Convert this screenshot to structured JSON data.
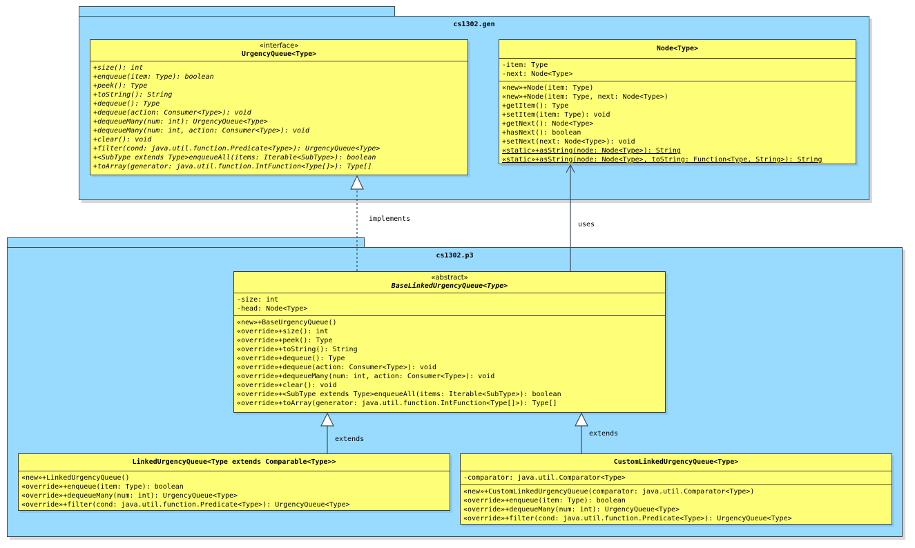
{
  "packages": {
    "gen": {
      "name": "cs1302.gen"
    },
    "p3": {
      "name": "cs1302.p3"
    }
  },
  "classes": {
    "urgency_queue": {
      "stereotype": "«interface»",
      "name": "UrgencyQueue<Type>",
      "operations": [
        "+size(): int",
        "+enqueue(item: Type): boolean",
        "+peek(): Type",
        "+toString(): String",
        "+dequeue(): Type",
        "+dequeue(action: Consumer<Type>): void",
        "+dequeueMany(num: int): UrgencyQueue<Type>",
        "+dequeueMany(num: int, action: Consumer<Type>): void",
        "+clear(): void",
        "+filter(cond: java.util.function.Predicate<Type>): UrgencyQueue<Type>",
        "+<SubType extends Type>enqueueAll(items: Iterable<SubType>): boolean",
        "+toArray(generator: java.util.function.IntFunction<Type[]>): Type[]"
      ]
    },
    "node": {
      "name": "Node<Type>",
      "attributes": [
        "-item: Type",
        "-next: Node<Type>"
      ],
      "operations": [
        "«new»+Node(item: Type)",
        "«new»+Node(item: Type, next: Node<Type>)",
        "+getItem(): Type",
        "+setItem(item: Type): void",
        "+getNext(): Node<Type>",
        "+hasNext(): boolean",
        "+setNext(next: Node<Type>): void"
      ],
      "static_operations": [
        "«static»+asString(node: Node<Type>): String",
        "«static»+asString(node: Node<Type>, toString: Function<Type, String>): String"
      ]
    },
    "base_linked": {
      "stereotype": "«abstract»",
      "name": "BaseLinkedUrgencyQueue<Type>",
      "attributes": [
        "-size: int",
        "-head: Node<Type>"
      ],
      "operations": [
        "«new»+BaseUrgencyQueue()",
        "«override»+size(): int",
        "«override»+peek(): Type",
        "«override»+toString(): String",
        "«override»+dequeue(): Type",
        "«override»+dequeue(action: Consumer<Type>): void",
        "«override»+dequeueMany(num: int, action: Consumer<Type>): void",
        "«override»+clear(): void",
        "«override»+<SubType extends Type>enqueueAll(items: Iterable<SubType>): boolean",
        "«override»+toArray(generator: java.util.function.IntFunction<Type[]>): Type[]"
      ]
    },
    "linked": {
      "name": "LinkedUrgencyQueue<Type extends Comparable<Type>>",
      "operations": [
        "«new»+LinkedUrgencyQueue()",
        "«override»+enqueue(item: Type): boolean",
        "«override»+dequeueMany(num: int): UrgencyQueue<Type>",
        "«override»+filter(cond: java.util.function.Predicate<Type>): UrgencyQueue<Type>"
      ]
    },
    "custom_linked": {
      "name": "CustomLinkedUrgencyQueue<Type>",
      "attributes": [
        "-comparator: java.util.Comparator<Type>"
      ],
      "operations": [
        "«new»+CustomLinkedUrgencyQueue(comparator: java.util.Comparator<Type>)",
        "«override»+enqueue(item: Type): boolean",
        "«override»+dequeueMany(num: int): UrgencyQueue<Type>",
        "«override»+filter(cond: java.util.function.Predicate<Type>): UrgencyQueue<Type>"
      ]
    }
  },
  "relations": {
    "implements": "implements",
    "uses": "uses",
    "extends_left": "extends",
    "extends_right": "extends"
  },
  "colors": {
    "package_fill": "#99dbff",
    "class_fill": "#ffff77",
    "line": "#3a4a5a"
  }
}
